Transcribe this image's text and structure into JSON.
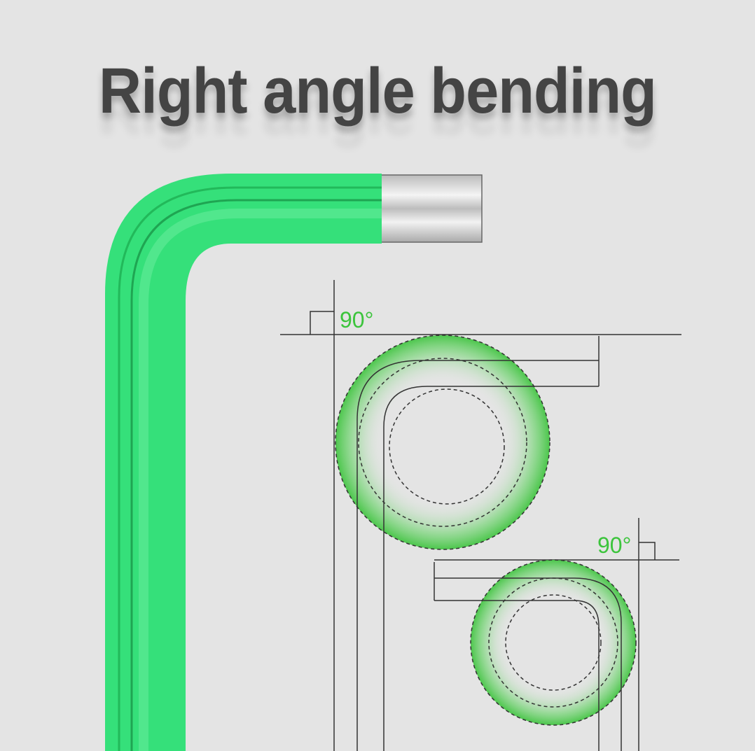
{
  "title": "Right angle bending",
  "angle_label_1": "90°",
  "angle_label_2": "90°",
  "colors": {
    "green": "#35e07a",
    "accent_text": "#3cc43c",
    "background": "#e4e4e4"
  }
}
